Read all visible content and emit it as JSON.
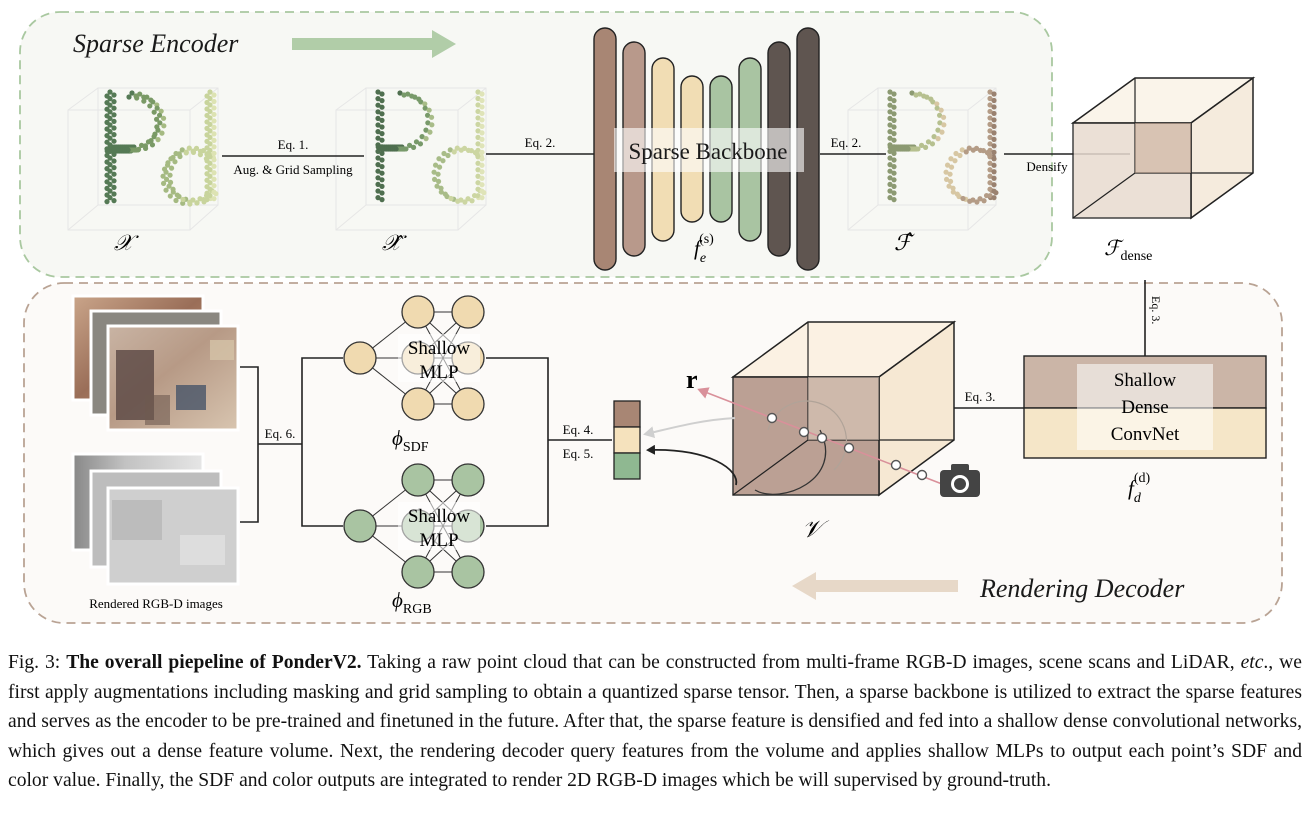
{
  "encoder": {
    "title": "Sparse Encoder"
  },
  "decoder": {
    "title": "Rendering Decoder"
  },
  "symbols": {
    "x": "𝒳",
    "x_hat": "𝒳̂",
    "f_hat": "ℱ̂",
    "fe_base": "f",
    "fe_sub": "e",
    "fe_sup": "(s)",
    "f_dense": "ℱ",
    "f_dense_sub": "dense",
    "fd_base": "f",
    "fd_sub": "d",
    "fd_sup": "(d)",
    "phi": "ϕ",
    "sdf_sub": "SDF",
    "rgb_sub": "RGB",
    "volume": "𝒱",
    "ray": "r"
  },
  "labels": {
    "eq1": "Eq. 1.",
    "aug": "Aug. & Grid Sampling",
    "eq2a": "Eq. 2.",
    "eq2b": "Eq. 2.",
    "backbone": "Sparse Backbone",
    "densify": "Densify",
    "eq3_vertical": "Eq. 3.",
    "eq3": "Eq. 3.",
    "shallow_dense_1": "Shallow",
    "shallow_dense_2": "Dense",
    "shallow_dense_3": "ConvNet",
    "mlp_shallow": "Shallow",
    "mlp_mlp": "MLP",
    "eq4": "Eq. 4.",
    "eq5": "Eq. 5.",
    "eq6": "Eq. 6.",
    "rendered": "Rendered RGB-D images"
  },
  "caption": {
    "fig": "Fig. 3:",
    "bold": "The overall piepeline of PonderV2.",
    "text_1": "Taking a raw point cloud that can be constructed from multi-frame RGB-D images, scene scans and LiDAR,",
    "etc": "etc",
    "text_2": "., we first apply augmentations including masking and grid sampling to obtain a quantized sparse tensor. Then, a sparse backbone is utilized to extract the sparse features and serves as the encoder to be pre-trained and finetuned in the future. After that, the sparse feature is densified and fed into a shallow dense convolutional networks, which gives out a dense feature volume. Next, the rendering decoder query features from the volume and applies shallow MLPs to output each point’s SDF and color value. Finally, the SDF and color outputs are integrated to render 2D RGB-D images which be will supervised by ground-truth."
  },
  "colors": {
    "encoder_border": "#a9c8a0",
    "encoder_bg": "#f7f8f4",
    "decoder_border": "#b9a394",
    "decoder_bg": "#fcfaf8",
    "sdf_node": "#f0dab0",
    "rgb_node": "#a9c4a2",
    "cube_brown": "#b4978a",
    "cube_cream": "#f6e8d3",
    "ray": "#d9909a"
  }
}
